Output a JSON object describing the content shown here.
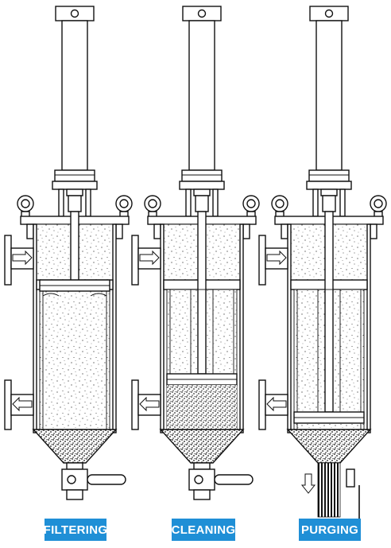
{
  "stages": [
    {
      "label": "FILTERING",
      "color": "#1f8fd6"
    },
    {
      "label": "CLEANING",
      "color": "#1f8fd6"
    },
    {
      "label": "PURGING",
      "color": "#1f8fd6"
    }
  ],
  "components": {
    "cylinder": "pneumatic-cylinder",
    "eye_bolt": "lifting-eye-bolt",
    "inlet_arrow": "inlet-arrow",
    "outlet_arrow": "outlet-arrow",
    "screen": "filter-screen",
    "cleaning_disc": "cleaning-disc",
    "drain_valve": "drain-valve"
  }
}
